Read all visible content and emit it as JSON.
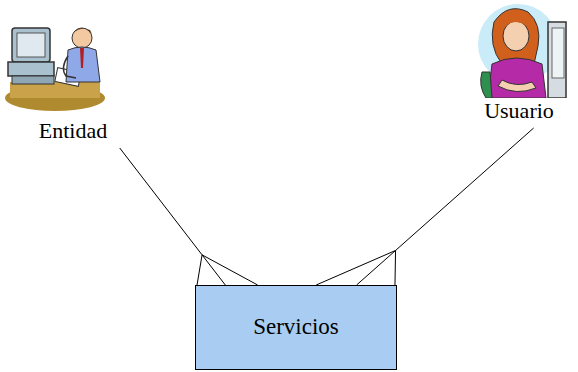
{
  "diagram": {
    "nodes": [
      {
        "text": [
          "Entidad"
        ]
      },
      {
        "text": [
          "Usuario"
        ]
      },
      {
        "text": [
          "Servicios"
        ]
      }
    ],
    "edges": [
      {
        "from": 0,
        "to": 2,
        "arrow": "none"
      },
      {
        "from": 1,
        "to": 2,
        "arrow": "none"
      }
    ]
  }
}
